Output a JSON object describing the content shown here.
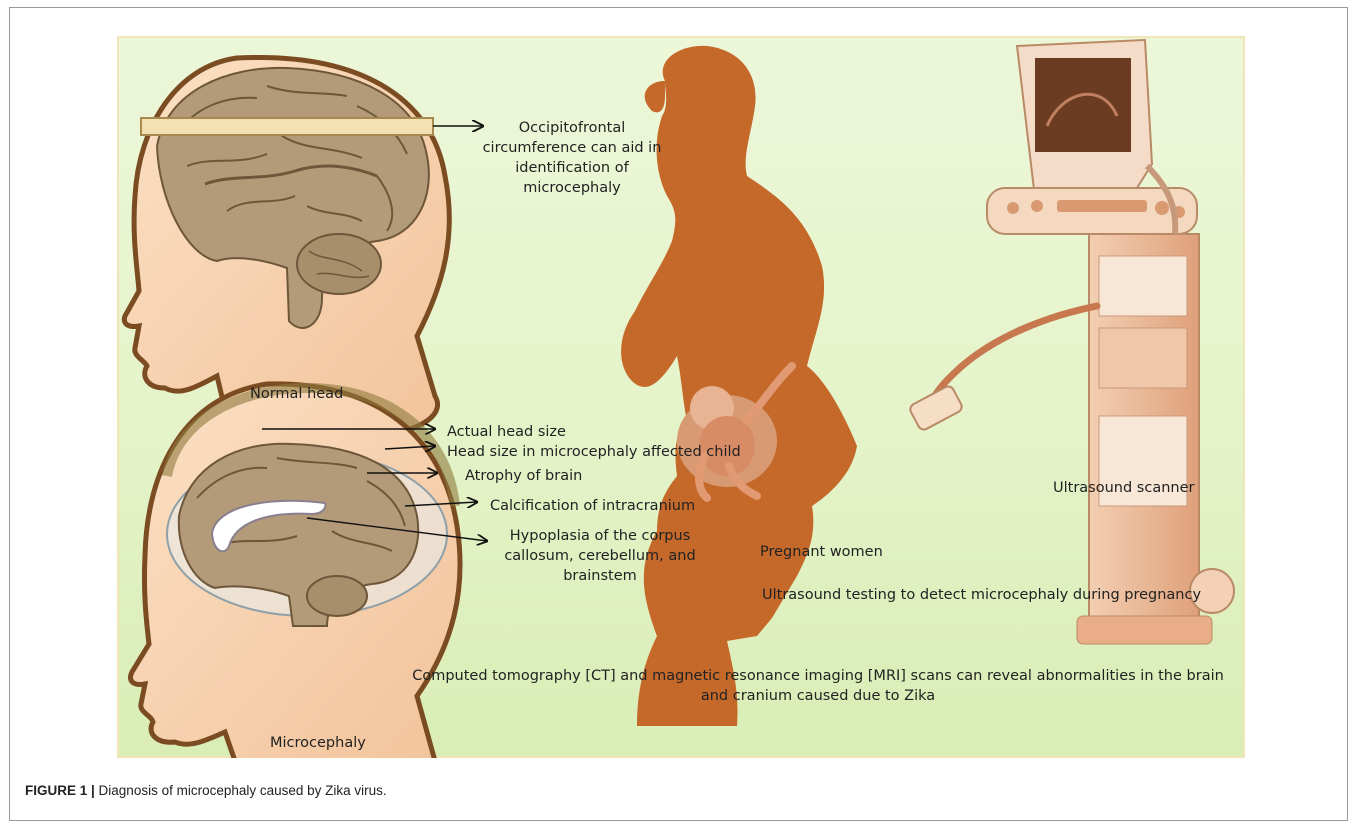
{
  "labels": {
    "occipito": [
      "Occipitofrontal",
      "circumference can aid in",
      "identification of",
      "microcephaly"
    ],
    "normal_head": "Normal head",
    "actual_head": "Actual head size",
    "head_micro": "Head size in microcephaly affected child",
    "atrophy": "Atrophy of brain",
    "calcification": "Calcification of intracranium",
    "hypoplasia": [
      "Hypoplasia of the corpus",
      "callosum, cerebellum, and",
      "brainstem"
    ],
    "microcephaly": "Microcephaly",
    "pregnant": "Pregnant women",
    "ultrasound_scanner": "Ultrasound scanner",
    "ultrasound_testing": "Ultrasound testing  to detect microcephaly  during pregnancy",
    "ct_mri": [
      "Computed tomography [CT] and magnetic resonance imaging [MRI] scans can reveal abnormalities in the brain",
      "and cranium caused due to Zika"
    ]
  },
  "caption": {
    "label": "FIGURE 1 |",
    "text": " Diagnosis of microcephaly caused by Zika virus."
  },
  "colors": {
    "background": "#e6f4cb",
    "skin": "#f7d2ae",
    "brain": "#b19a78",
    "silhouette": "#c5692a",
    "scanner": "#e7b08a"
  }
}
